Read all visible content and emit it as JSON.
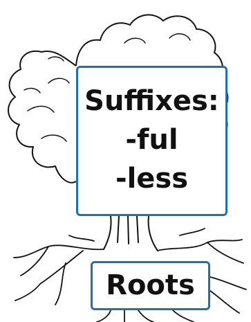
{
  "suffix_box": {
    "heading": "Suffixes:",
    "items": [
      "-ful",
      "-less"
    ]
  },
  "roots_box": {
    "label": "Roots"
  },
  "illustration": {
    "icon": "tree-icon",
    "box_border_color": "#1f6fb2",
    "line_color": "#111111"
  }
}
